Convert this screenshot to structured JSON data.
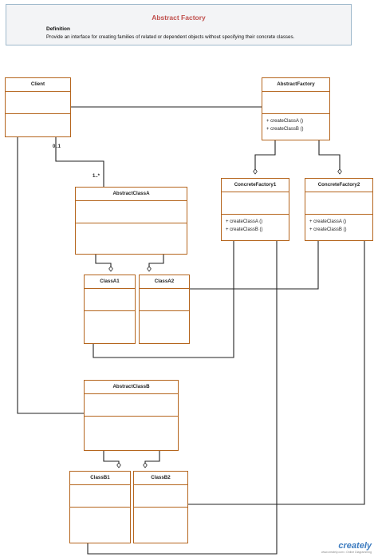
{
  "header": {
    "title": "Abstract Factory",
    "definition_label": "Definition",
    "definition_text": "Provide an interface for creating families of related or dependent objects without specifying their concrete classes."
  },
  "classes": {
    "client": {
      "name": "Client"
    },
    "abstract_factory": {
      "name": "AbstractFactory",
      "ops": [
        "+ createClassA ()",
        "+ createClassB ()"
      ]
    },
    "concrete_factory1": {
      "name": "ConcreteFactory1",
      "ops": [
        "+ createClassA ()",
        "+ createClassB ()"
      ]
    },
    "concrete_factory2": {
      "name": "ConcreteFactory2",
      "ops": [
        "+ createClassA ()",
        "+ createClassB ()"
      ]
    },
    "abstract_class_a": {
      "name": "AbstractClassA"
    },
    "class_a1": {
      "name": "ClassA1"
    },
    "class_a2": {
      "name": "ClassA2"
    },
    "abstract_class_b": {
      "name": "AbstractClassB"
    },
    "class_b1": {
      "name": "ClassB1"
    },
    "class_b2": {
      "name": "ClassB2"
    }
  },
  "multiplicity": {
    "client_side": "0..1",
    "abstract_a_side": "1..*"
  },
  "logo": {
    "brand": "creately",
    "sub": "www.creately.com • Online Diagramming"
  },
  "colors": {
    "box_border": "#b5651d",
    "title": "#c0504d",
    "line": "#222222"
  }
}
